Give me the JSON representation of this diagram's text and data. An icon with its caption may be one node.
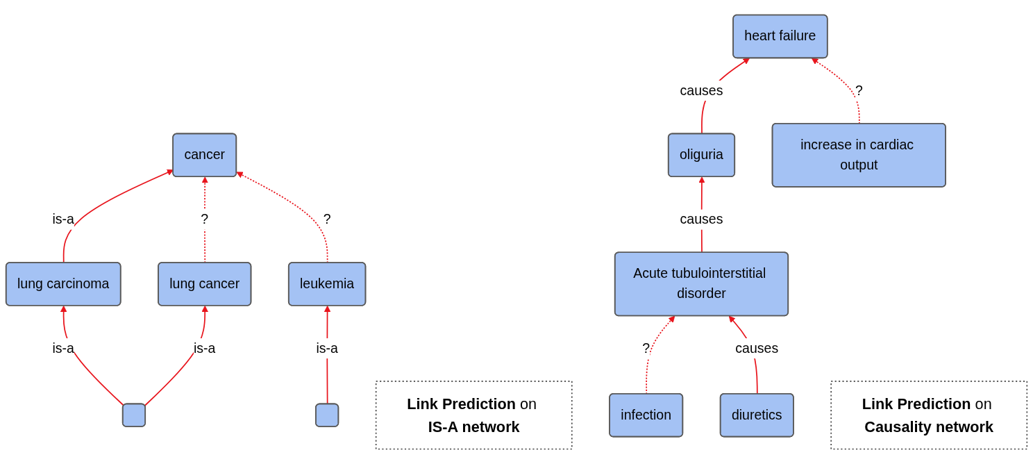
{
  "diagram": {
    "nodes": [
      {
        "text": [
          "lung carcinoma"
        ]
      },
      {
        "text": [
          "cancer"
        ]
      },
      {
        "text": [
          "lung cancer"
        ]
      },
      {
        "text": [
          "leukemia"
        ]
      },
      {
        "text": [],
        "shape": "box"
      },
      {
        "text": [],
        "shape": "box"
      },
      {
        "text": [
          "**Link Prediction** on **IS-A network**"
        ]
      },
      {
        "text": [
          "heart failure"
        ]
      },
      {
        "text": [
          "oliguria"
        ]
      },
      {
        "text": [
          "increase in cardiac output"
        ]
      },
      {
        "text": [
          "Acute tubulointerstitial disorder"
        ]
      },
      {
        "text": [
          "infection"
        ]
      },
      {
        "text": [
          "diuretics"
        ]
      },
      {
        "text": [
          "**Link Prediction** on **Causality network**"
        ]
      }
    ],
    "edges": [
      {
        "from": 0,
        "to": 1,
        "arrow": "to",
        "label": "is-a"
      },
      {
        "from": 4,
        "to": 0,
        "arrow": "to",
        "label": "is-a"
      },
      {
        "from": 4,
        "to": 2,
        "arrow": "to",
        "label": "is-a"
      },
      {
        "from": 2,
        "to": 1,
        "arrow": "to",
        "label": "?",
        "style": "dashed"
      },
      {
        "from": 3,
        "to": 1,
        "arrow": "to",
        "label": "?",
        "style": "dashed"
      },
      {
        "from": 5,
        "to": 3,
        "arrow": "to",
        "label": "is-a"
      },
      {
        "from": 8,
        "to": 7,
        "arrow": "to",
        "label": "causes"
      },
      {
        "from": 9,
        "to": 7,
        "arrow": "to",
        "label": "?",
        "style": "dashed"
      },
      {
        "from": 10,
        "to": 8,
        "arrow": "to",
        "label": "causes"
      },
      {
        "from": 11,
        "to": 10,
        "arrow": "to",
        "label": "?",
        "style": "dashed"
      },
      {
        "from": 12,
        "to": 10,
        "arrow": "to",
        "label": "causes"
      }
    ]
  }
}
